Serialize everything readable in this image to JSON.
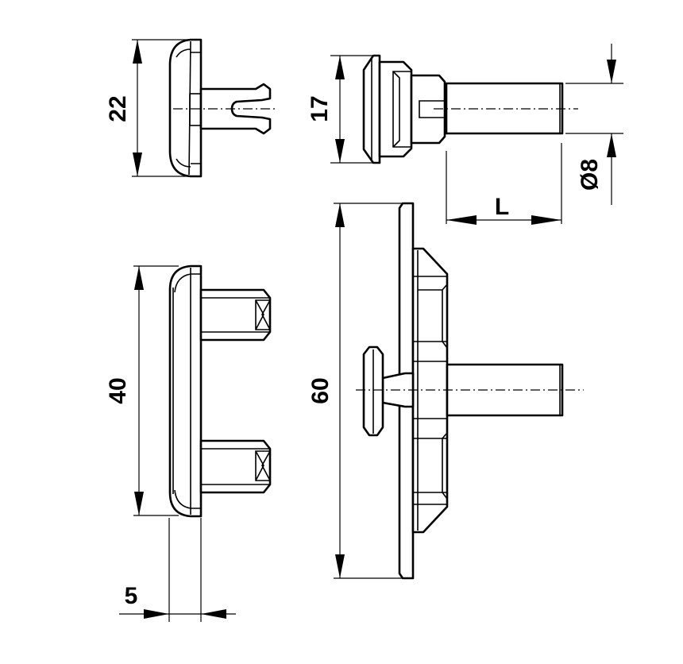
{
  "drawing": {
    "colors": {
      "line": "#000000",
      "background": "#ffffff"
    },
    "dimensions": {
      "height_side_view": "22",
      "height_top_right": "17",
      "diameter": "Ø8",
      "length": "L",
      "height_front_view": "40",
      "height_assembly": "60",
      "thickness": "5"
    }
  }
}
